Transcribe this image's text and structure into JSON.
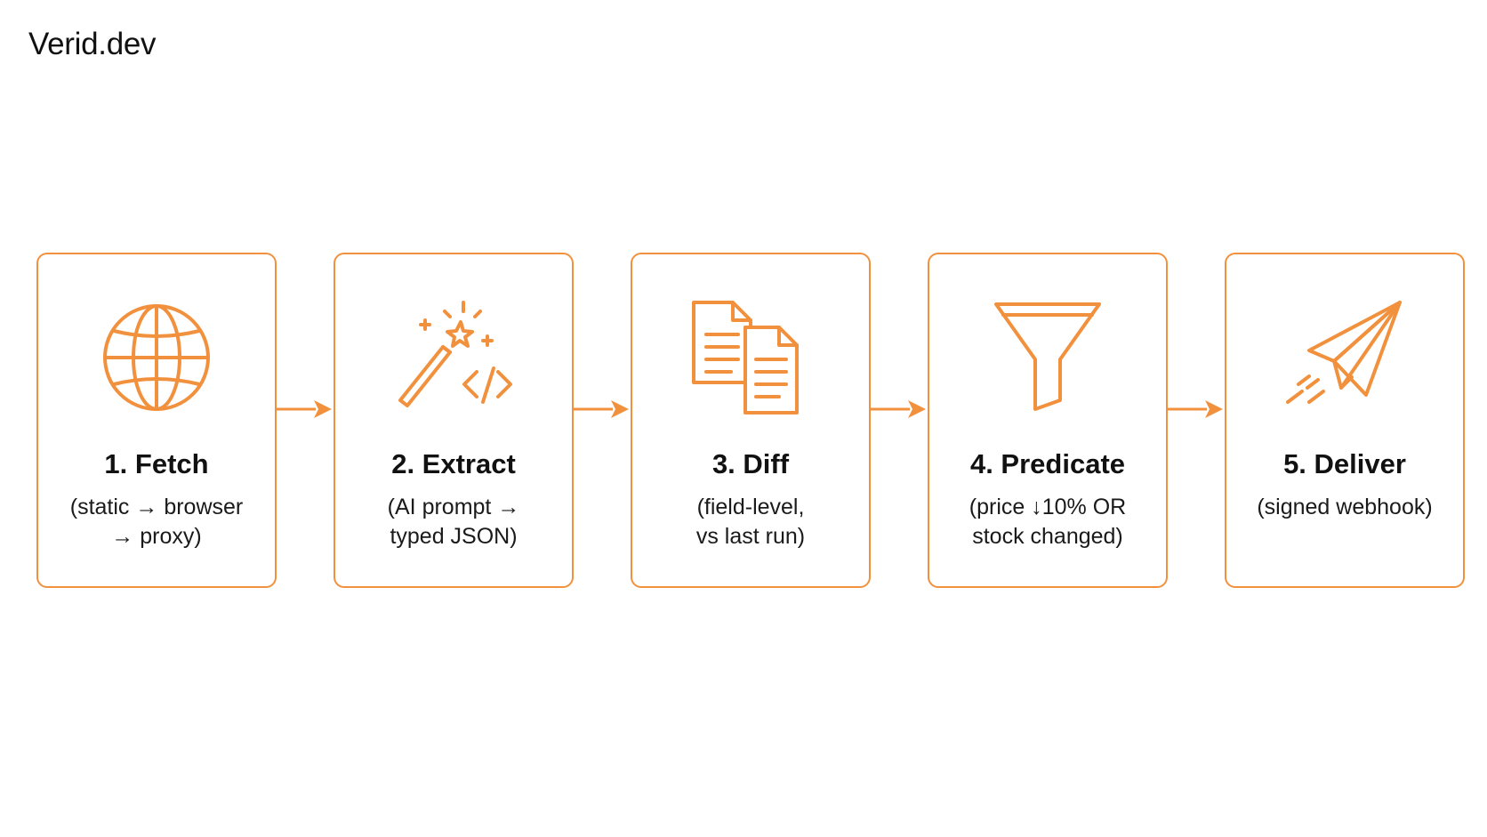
{
  "brand": "Verid.dev",
  "steps": [
    {
      "title": "1. Fetch",
      "desc": [
        "(static → browser",
        "→ proxy)"
      ],
      "icon": "globe-icon"
    },
    {
      "title": "2. Extract",
      "desc": [
        "(AI prompt →",
        "typed JSON)"
      ],
      "icon": "magic-wand-code-icon"
    },
    {
      "title": "3. Diff",
      "desc": [
        "(field-level,",
        "vs last run)"
      ],
      "icon": "documents-compare-icon"
    },
    {
      "title": "4. Predicate",
      "desc": [
        "(price ↓10% OR",
        "stock changed)"
      ],
      "icon": "funnel-icon"
    },
    {
      "title": "5. Deliver",
      "desc": [
        "(signed webhook)"
      ],
      "icon": "paper-plane-icon"
    }
  ],
  "colors": {
    "accent": "#F2913D",
    "text": "#111111"
  }
}
